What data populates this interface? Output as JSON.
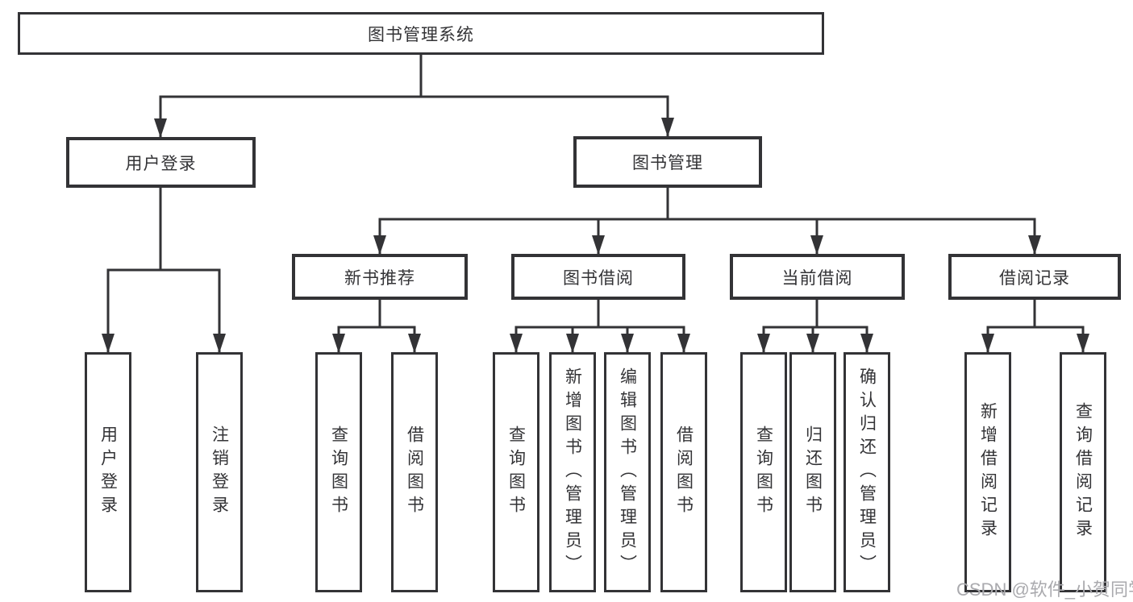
{
  "diagram": {
    "type": "hierarchy-tree",
    "root": {
      "label": "图书管理系统"
    },
    "level1": [
      {
        "label": "用户登录",
        "children": [
          {
            "label": "用户登录"
          },
          {
            "label": "注销登录"
          }
        ]
      },
      {
        "label": "图书管理",
        "children": [
          {
            "label": "新书推荐",
            "children": [
              {
                "label": "查询图书"
              },
              {
                "label": "借阅图书"
              }
            ]
          },
          {
            "label": "图书借阅",
            "children": [
              {
                "label": "查询图书"
              },
              {
                "label": "新增图书（管理员）"
              },
              {
                "label": "编辑图书（管理员）"
              },
              {
                "label": "借阅图书"
              }
            ]
          },
          {
            "label": "当前借阅",
            "children": [
              {
                "label": "查询图书"
              },
              {
                "label": "归还图书"
              },
              {
                "label": "确认归还（管理员）"
              }
            ]
          },
          {
            "label": "借阅记录",
            "children": [
              {
                "label": "新增借阅记录"
              },
              {
                "label": "查询借阅记录"
              }
            ]
          }
        ]
      }
    ],
    "watermark": "CSDN @软件_小贺同学",
    "colors": {
      "line": "#333336",
      "text": "#333336",
      "box_background": "#ffffff",
      "watermark": "#aaaaae",
      "background": "#ffffff"
    }
  }
}
